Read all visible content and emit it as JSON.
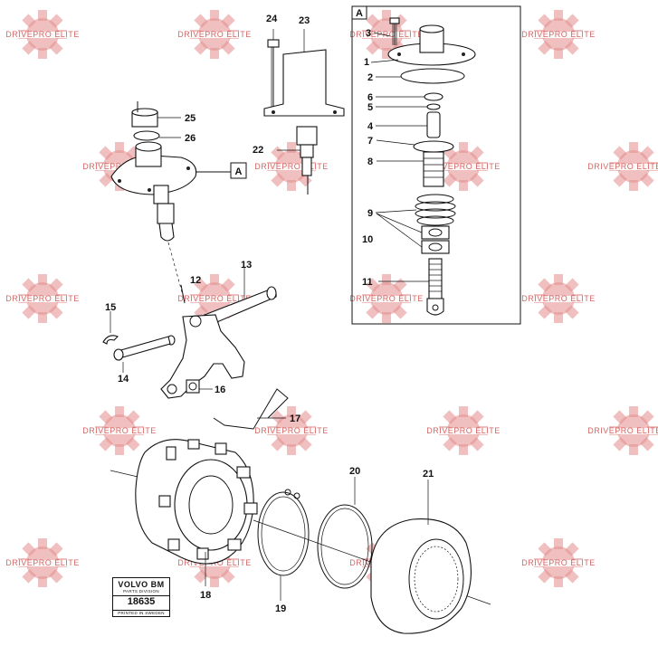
{
  "watermark": {
    "text": "DRIVEPRO ELITE"
  },
  "detail_view": {
    "letter": "A"
  },
  "callout_box": {
    "letter": "A"
  },
  "part_numbers": [
    "1",
    "2",
    "3",
    "4",
    "5",
    "6",
    "7",
    "8",
    "9",
    "10",
    "11",
    "12",
    "13",
    "14",
    "15",
    "16",
    "17",
    "18",
    "19",
    "20",
    "21",
    "22",
    "23",
    "24",
    "25",
    "26"
  ],
  "label_plate": {
    "brand": "VOLVO BM",
    "subtitle": "PARTS DIVISION",
    "code": "18635",
    "footer": "PRINTED IN SWEDEN"
  },
  "colors": {
    "ink": "#111111",
    "watermark": "#e48d8d",
    "watermark_text": "#c73434"
  }
}
